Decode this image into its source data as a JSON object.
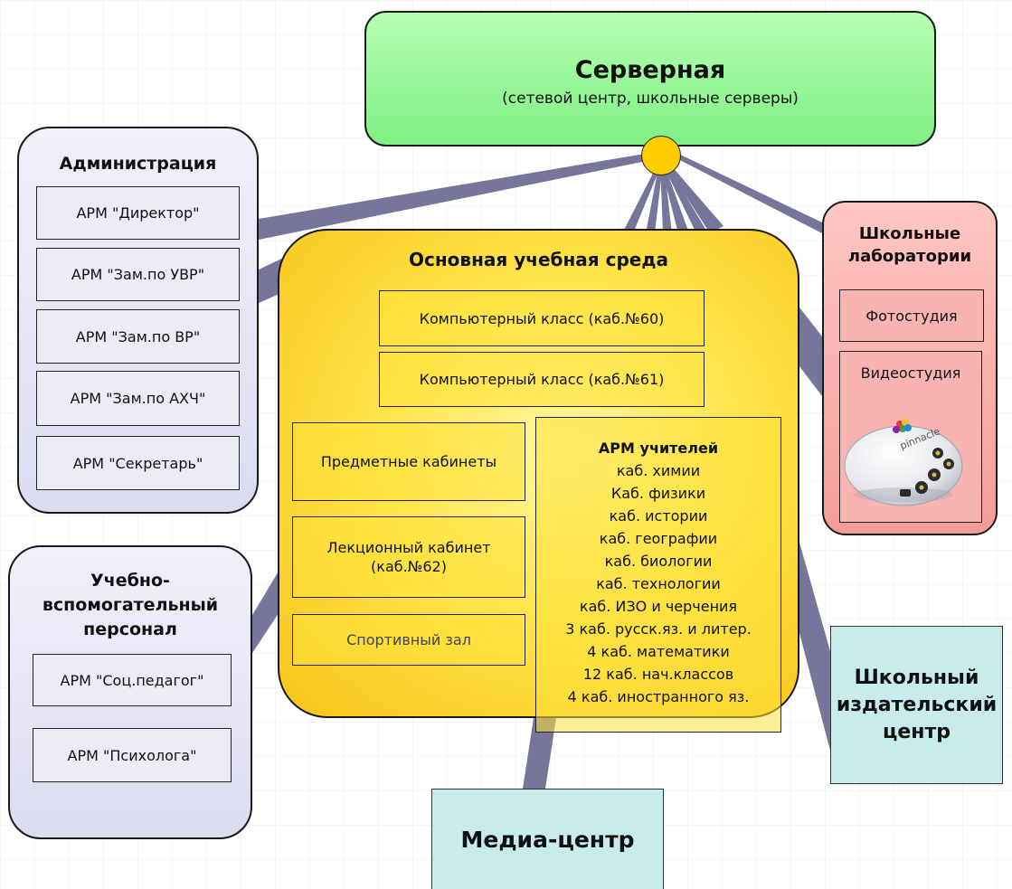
{
  "server": {
    "title": "Серверная",
    "subtitle": "(сетевой центр, школьные серверы)"
  },
  "administration": {
    "title": "Администрация",
    "items": [
      "АРМ \"Директор\"",
      "АРМ \"Зам.по УВР\"",
      "АРМ \"Зам.по ВР\"",
      "АРМ \"Зам.по АХЧ\"",
      "АРМ \"Секретарь\""
    ]
  },
  "support_staff": {
    "title_line1": "Учебно-",
    "title_line2": "вспомогательный",
    "title_line3": "персонал",
    "items": [
      "АРМ \"Соц.педагог\"",
      "АРМ \"Психолога\""
    ]
  },
  "main_environment": {
    "title": "Основная учебная среда",
    "computer_class_60": "Компьютерный класс (каб.№60)",
    "computer_class_61": "Компьютерный класс (каб.№61)",
    "subject_rooms": "Предметные кабинеты",
    "lecture_room_line1": "Лекционный кабинет",
    "lecture_room_line2": "(каб.№62)",
    "sports_hall": "Спортивный зал",
    "teachers": {
      "title": "АРМ учителей",
      "items": [
        "каб. химии",
        "Каб. физики",
        "каб. истории",
        "каб. географии",
        "каб. биологии",
        "каб. технологии",
        "каб. ИЗО и черчения",
        "3 каб. русск.яз. и литер.",
        "4 каб. математики",
        "12 каб. нач.классов",
        "4 каб. иностранного яз."
      ]
    }
  },
  "labs": {
    "title_line1": "Школьные",
    "title_line2": "лаборатории",
    "photo_studio": "Фотостудия",
    "video_studio": "Видеостудия",
    "device_logo": "pinnacle"
  },
  "publishing_center": {
    "line1": "Школьный",
    "line2": "издательский",
    "line3": "центр"
  },
  "media_center": {
    "title": "Медиа-центр"
  },
  "colors": {
    "server": "#8ff293",
    "hub": "#ffcc00",
    "admin": "#e6e6f5",
    "main": "#ffd52e",
    "labs": "#f7a9a7",
    "teal": "#c8eceb",
    "link": "#6f6f95"
  }
}
